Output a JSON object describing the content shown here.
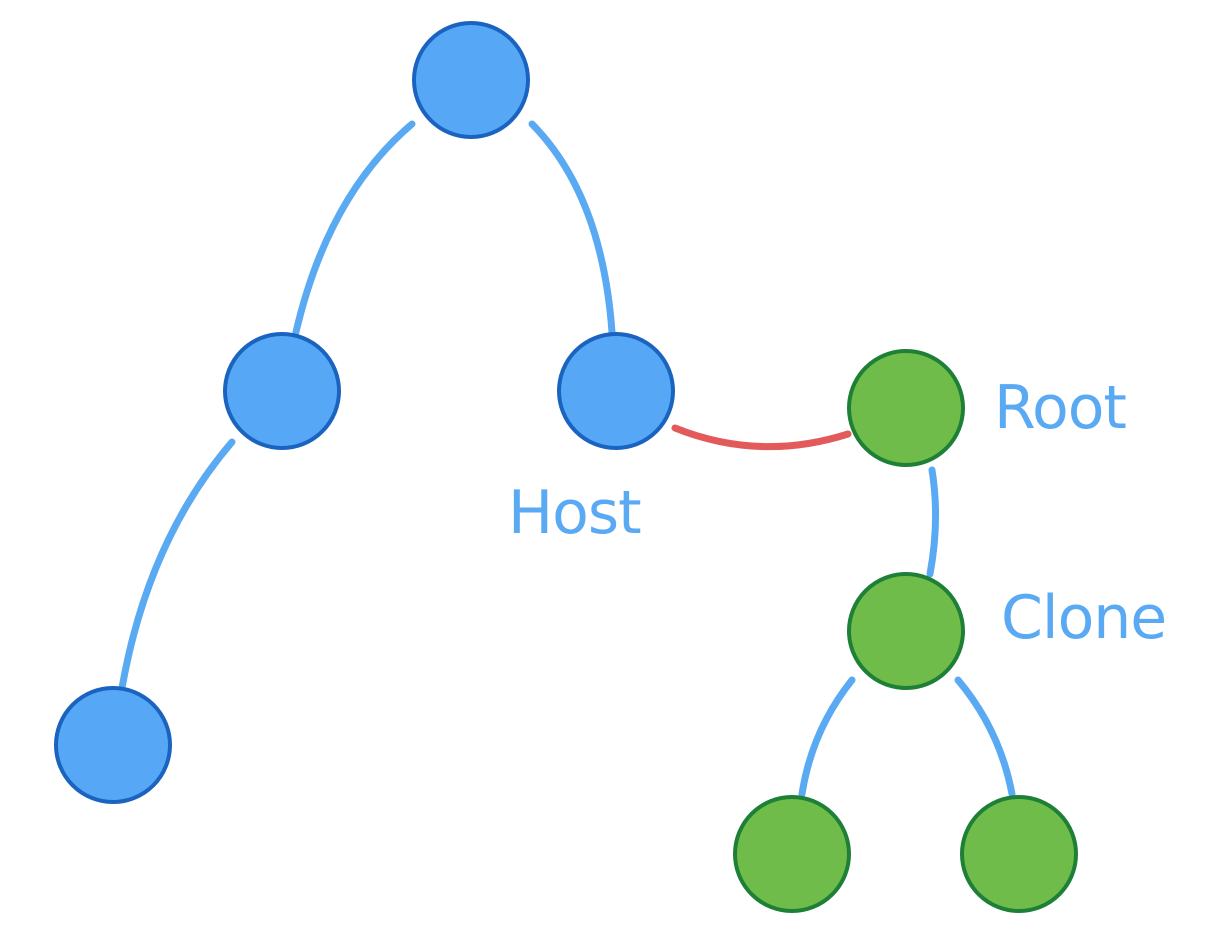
{
  "colors": {
    "host_fill": "#56a8f7",
    "host_stroke": "#1a64c0",
    "clone_fill": "#70bc4a",
    "clone_stroke": "#1e8036",
    "edge": "#5aa9f3",
    "link": "#e25a5a",
    "label": "#5aa9f3"
  },
  "labels": {
    "host": "Host",
    "root": "Root",
    "clone": "Clone"
  },
  "host_tree": {
    "nodes": [
      "host-root",
      "host-left",
      "host-right",
      "host-leaf"
    ],
    "edges": [
      [
        "host-root",
        "host-left"
      ],
      [
        "host-root",
        "host-right"
      ],
      [
        "host-left",
        "host-leaf"
      ]
    ]
  },
  "clone_tree": {
    "nodes": [
      "clone-root",
      "clone-node",
      "clone-leaf-left",
      "clone-leaf-right"
    ],
    "edges": [
      [
        "clone-root",
        "clone-node"
      ],
      [
        "clone-node",
        "clone-leaf-left"
      ],
      [
        "clone-node",
        "clone-leaf-right"
      ]
    ]
  },
  "link": [
    "host-right",
    "clone-root"
  ]
}
